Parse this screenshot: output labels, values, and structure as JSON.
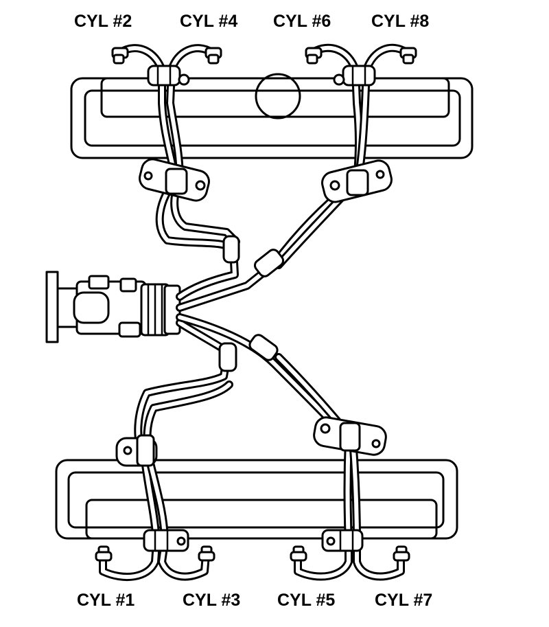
{
  "cylinders": {
    "cyl2": "CYL #2",
    "cyl4": "CYL #4",
    "cyl6": "CYL #6",
    "cyl8": "CYL #8",
    "cyl1": "CYL #1",
    "cyl3": "CYL #3",
    "cyl5": "CYL #5",
    "cyl7": "CYL #7"
  },
  "colors": {
    "line": "#000000",
    "background": "#ffffff"
  }
}
